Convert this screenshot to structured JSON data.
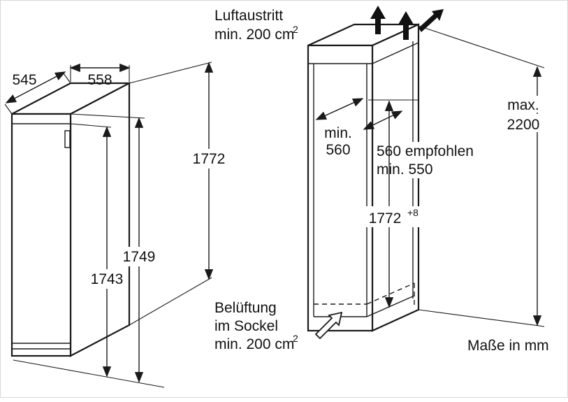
{
  "appliance": {
    "dim_depth": "545",
    "dim_width": "558",
    "dim_height_total": "1772",
    "dim_height_side": "1749",
    "dim_height_door": "1743"
  },
  "niche": {
    "air_outlet_line1": "Luftaustritt",
    "air_outlet_line2": "min. 200 cm",
    "air_outlet_sup": "2",
    "depth_min_line1": "min.",
    "depth_min_line2": "560",
    "depth_rec_line1": "560 empfohlen",
    "depth_rec_line2": "min. 550",
    "height_value": "1772",
    "height_tolerance": "+8",
    "max_line1": "max.",
    "max_line2": "2200",
    "base_vent_line1": "Belüftung",
    "base_vent_line2": "im Sockel",
    "base_vent_line3": "min. 200 cm",
    "base_vent_sup": "2"
  },
  "footer": {
    "units": "Maße in mm"
  }
}
